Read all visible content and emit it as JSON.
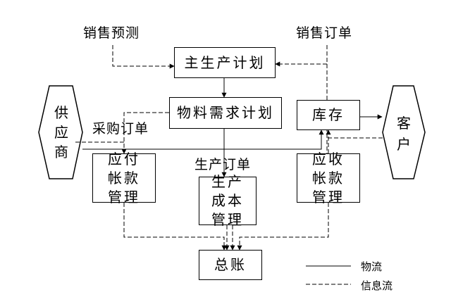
{
  "nodes": {
    "mps": "主生产计划",
    "mrp": "物料需求计划",
    "inventory": "库存",
    "ap": "应付帐款管理",
    "ar": "应收帐款管理",
    "costing": "生产成本管理",
    "gl": "总账",
    "supplier": "供应商",
    "customer": "客户"
  },
  "labels": {
    "sales_forecast": "销售预测",
    "sales_order": "销售订单",
    "purchase_order": "采购订单",
    "production_order": "生产订单"
  },
  "legend": {
    "material_flow": "物流",
    "information_flow": "信息流"
  }
}
